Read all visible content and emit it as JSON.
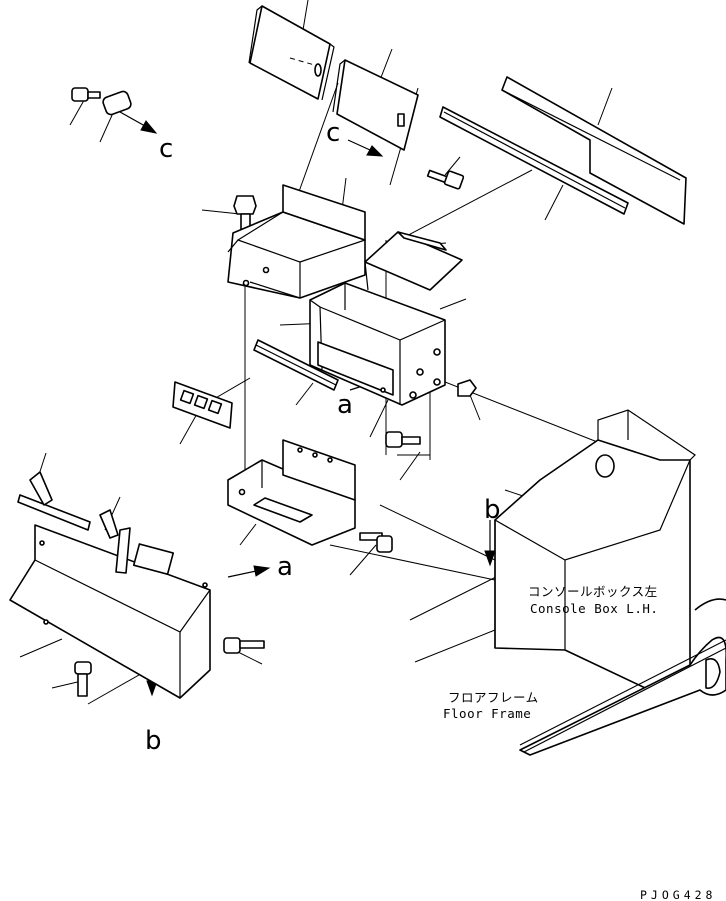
{
  "callouts": {
    "a": "a",
    "b": "b",
    "c": "c"
  },
  "console_box": {
    "name_jp": "コンソールボックス左",
    "name_en": "Console Box L.H."
  },
  "floor_frame": {
    "name_jp": "フロアフレーム",
    "name_en": "Floor Frame"
  },
  "drawing_code": "PJOG428"
}
